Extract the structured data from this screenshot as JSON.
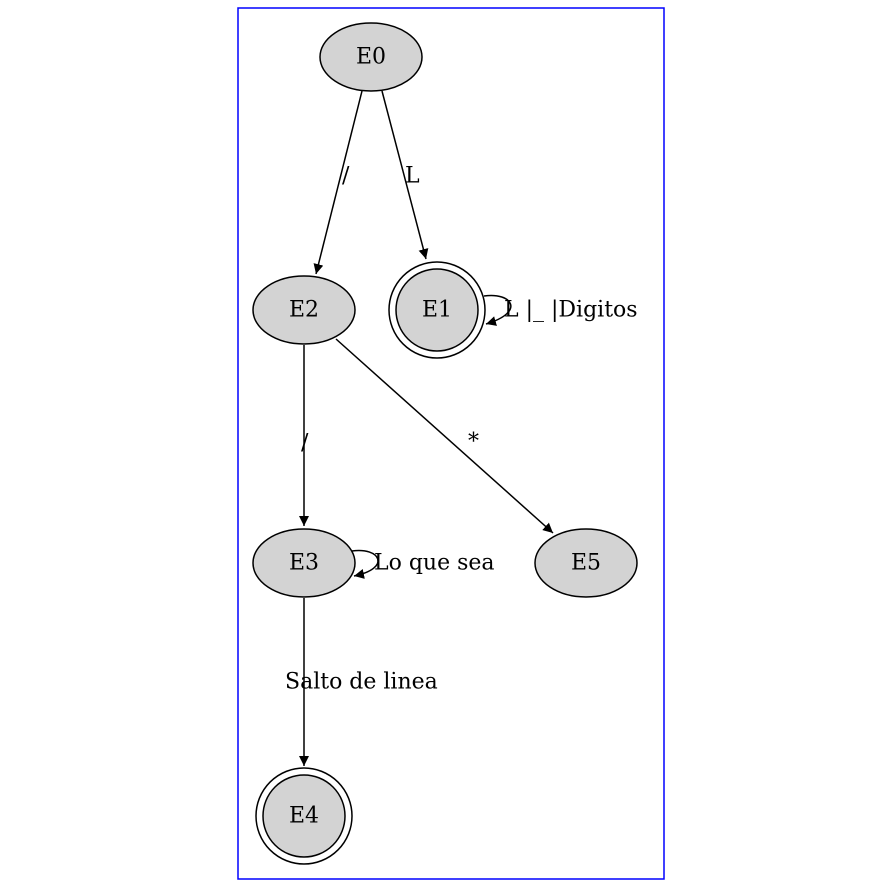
{
  "colors": {
    "cluster_border": "#0000ff",
    "node_fill": "#d3d3d3",
    "stroke": "#000000"
  },
  "nodes": [
    {
      "id": "E0",
      "label": "E0",
      "accepting": false
    },
    {
      "id": "E1",
      "label": "E1",
      "accepting": true
    },
    {
      "id": "E2",
      "label": "E2",
      "accepting": false
    },
    {
      "id": "E3",
      "label": "E3",
      "accepting": false
    },
    {
      "id": "E4",
      "label": "E4",
      "accepting": true
    },
    {
      "id": "E5",
      "label": "E5",
      "accepting": false
    }
  ],
  "edges": [
    {
      "from": "E0",
      "to": "E2",
      "label": "/"
    },
    {
      "from": "E0",
      "to": "E1",
      "label": "L"
    },
    {
      "from": "E1",
      "to": "E1",
      "label": "L |_ |Digitos"
    },
    {
      "from": "E2",
      "to": "E3",
      "label": "/"
    },
    {
      "from": "E2",
      "to": "E5",
      "label": "*"
    },
    {
      "from": "E3",
      "to": "E3",
      "label": "Lo que sea"
    },
    {
      "from": "E3",
      "to": "E4",
      "label": "Salto de linea"
    }
  ]
}
